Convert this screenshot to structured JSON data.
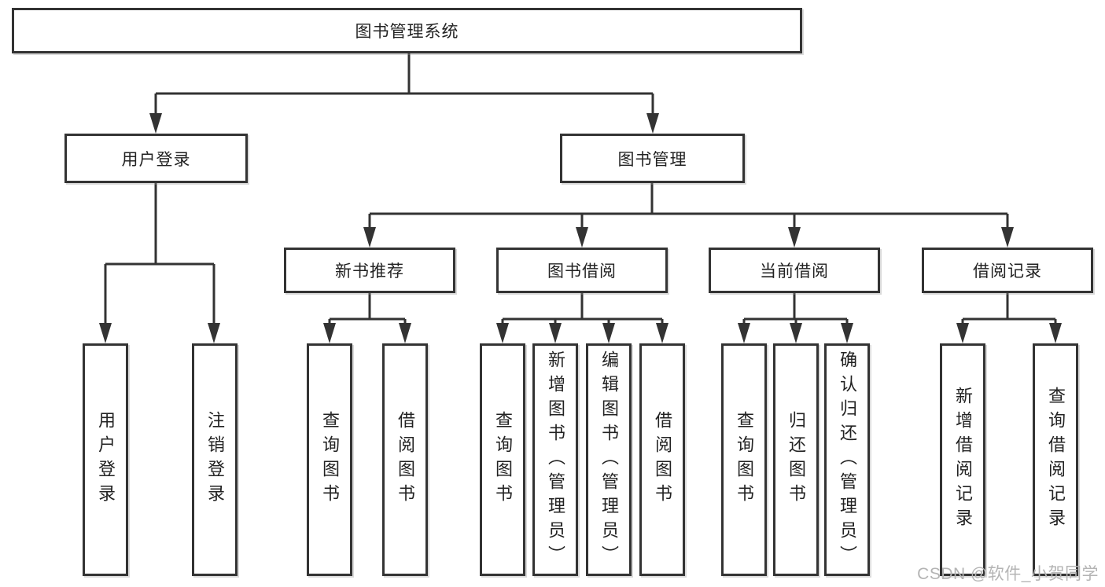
{
  "root": {
    "label": "图书管理系统"
  },
  "branches": [
    {
      "label": "用户登录",
      "children": [
        "用户登录",
        "注销登录"
      ]
    },
    {
      "label": "图书管理",
      "children": [
        {
          "label": "新书推荐",
          "children": [
            "查询图书",
            "借阅图书"
          ]
        },
        {
          "label": "图书借阅",
          "children": [
            "查询图书",
            "新增图书（管理员）",
            "编辑图书（管理员）",
            "借阅图书"
          ]
        },
        {
          "label": "当前借阅",
          "children": [
            "查询图书",
            "归还图书",
            "确认归还（管理员）"
          ]
        },
        {
          "label": "借阅记录",
          "children": [
            "新增借阅记录",
            "查询借阅记录"
          ]
        }
      ]
    }
  ],
  "watermark": "CSDN @软件_小贺同学",
  "colors": {
    "line": "#333333",
    "text": "#222222",
    "watermark": "#b4b4b4",
    "background": "#ffffff"
  }
}
